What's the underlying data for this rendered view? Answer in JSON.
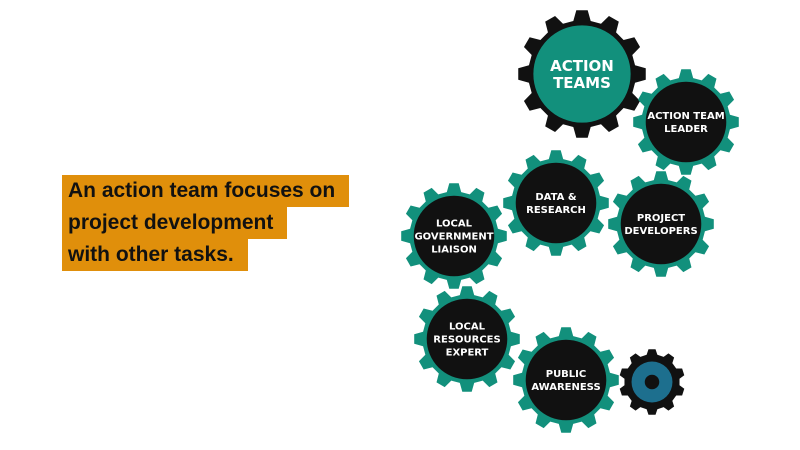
{
  "caption": {
    "lines": [
      "An action team focuses on",
      "project development",
      "with other tasks."
    ]
  },
  "diagram": {
    "colors": {
      "teal": "#12907c",
      "black": "#111111",
      "blue": "#1d6f8e",
      "caption_bg": "#e08f0b"
    },
    "gears": [
      {
        "id": "action-teams",
        "label": [
          "ACTION",
          "TEAMS"
        ],
        "tooth": "black",
        "face": "teal"
      },
      {
        "id": "action-team-leader",
        "label": [
          "ACTION TEAM",
          "LEADER"
        ],
        "tooth": "teal",
        "face": "black"
      },
      {
        "id": "data-research",
        "label": [
          "DATA &",
          "RESEARCH"
        ],
        "tooth": "teal",
        "face": "black"
      },
      {
        "id": "project-developers",
        "label": [
          "PROJECT",
          "DEVELOPERS"
        ],
        "tooth": "teal",
        "face": "black"
      },
      {
        "id": "local-government-liaison",
        "label": [
          "LOCAL",
          "GOVERNMENT",
          "LIAISON"
        ],
        "tooth": "teal",
        "face": "black"
      },
      {
        "id": "local-resources-expert",
        "label": [
          "LOCAL",
          "RESOURCES",
          "EXPERT"
        ],
        "tooth": "teal",
        "face": "black"
      },
      {
        "id": "public-awareness",
        "label": [
          "PUBLIC",
          "AWARENESS"
        ],
        "tooth": "teal",
        "face": "black"
      },
      {
        "id": "small-gear",
        "label": [],
        "tooth": "black",
        "face": "blue"
      }
    ]
  }
}
